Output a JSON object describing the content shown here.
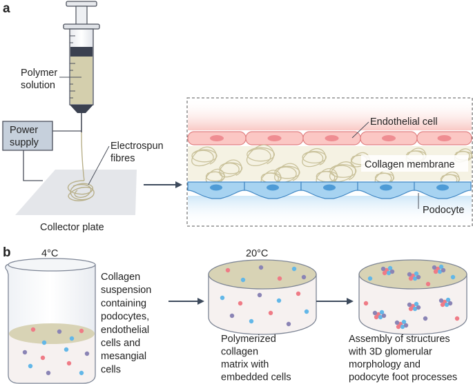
{
  "panel_a": {
    "letter": "a",
    "polymer_solution": [
      "Polymer",
      "solution"
    ],
    "power_supply": [
      "Power",
      "supply"
    ],
    "electrospun_fibres": [
      "Electrospun",
      "fibres"
    ],
    "collector_plate": "Collector plate",
    "endothelial_cell": "Endothelial cell",
    "collagen_membrane": "Collagen membrane",
    "podocyte": "Podocyte"
  },
  "panel_b": {
    "letter": "b",
    "temp_1": "4°C",
    "temp_2": "20°C",
    "step_1": [
      "Collagen",
      "suspension",
      "containing",
      "podocytes,",
      "endothelial",
      "cells and",
      "mesangial",
      "cells"
    ],
    "step_2": [
      "Polymerized",
      "collagen",
      "matrix with",
      "embedded cells"
    ],
    "step_3": [
      "Assembly of structures",
      "with 3D glomerular",
      "morphology and",
      "podocyte foot processes"
    ]
  },
  "colors": {
    "endothelial": "#f5a3a3",
    "endothelial_bg": "#fbd6d3",
    "podocyte": "#6fb1e4",
    "podocyte_bg": "#d7ecfa",
    "fibre": "#d9d4b3",
    "power_box": "#c6d0dc",
    "arrow": "#3d4a5c",
    "cell_red": "#ef7b86",
    "cell_blue": "#62b7e8",
    "cell_purple": "#8a84b5"
  }
}
